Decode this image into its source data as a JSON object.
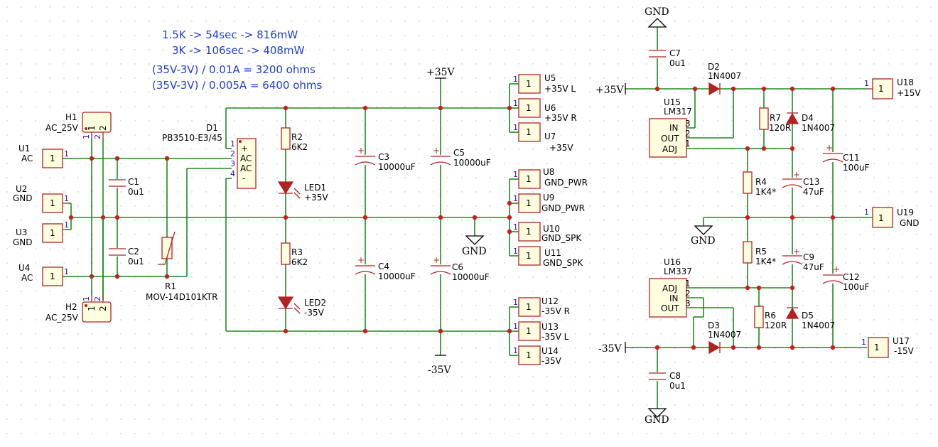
{
  "notes": [
    "1.5K -> 54sec -> 816mW",
    "3K -> 106sec -> 408mW",
    "(35V-3V) / 0.01A = 3200 ohms",
    "(35V-3V) / 0.005A = 6400 ohms"
  ],
  "power": {
    "gnd_top": "GND",
    "gnd_mid_left": "GND",
    "gnd_mid_right": "GND",
    "gnd_bottom": "GND",
    "p35_bus": "+35V",
    "n35_bus": "-35V",
    "p35_reg": "+35V",
    "n35_reg": "-35V"
  },
  "left_connectors": [
    {
      "ref": "U1",
      "value": "AC"
    },
    {
      "ref": "U2",
      "value": "GND"
    },
    {
      "ref": "U3",
      "value": "GND"
    },
    {
      "ref": "U4",
      "value": "AC"
    }
  ],
  "transformer_headers": [
    {
      "ref": "H1",
      "value": "AC_25V"
    },
    {
      "ref": "H2",
      "value": "AC_25V"
    }
  ],
  "components": {
    "c1": {
      "ref": "C1",
      "value": "0u1"
    },
    "c2": {
      "ref": "C2",
      "value": "0u1"
    },
    "r1": {
      "ref": "R1",
      "value": "MOV-14D101KTR"
    },
    "d1": {
      "ref": "D1",
      "value": "PB3510-E3/45",
      "pins": [
        "+",
        "AC",
        "AC",
        "-"
      ]
    },
    "r2": {
      "ref": "R2",
      "value": "6K2"
    },
    "led1": {
      "ref": "LED1",
      "value": "+35V"
    },
    "r3": {
      "ref": "R3",
      "value": "6K2"
    },
    "led2": {
      "ref": "LED2",
      "value": "-35V"
    },
    "c3": {
      "ref": "C3",
      "value": "10000uF"
    },
    "c4": {
      "ref": "C4",
      "value": "10000uF"
    },
    "c5": {
      "ref": "C5",
      "value": "10000uF"
    },
    "c6": {
      "ref": "C6",
      "value": "10000uF"
    },
    "c7": {
      "ref": "C7",
      "value": "0u1"
    },
    "c8": {
      "ref": "C8",
      "value": "0u1"
    },
    "d2": {
      "ref": "D2",
      "value": "1N4007"
    },
    "d3": {
      "ref": "D3",
      "value": "1N4007"
    },
    "d4": {
      "ref": "D4",
      "value": "1N4007"
    },
    "d5": {
      "ref": "D5",
      "value": "1N4007"
    },
    "u15": {
      "ref": "U15",
      "value": "LM317",
      "pins": [
        "IN",
        "OUT",
        "ADJ"
      ]
    },
    "u16": {
      "ref": "U16",
      "value": "LM337",
      "pins": [
        "ADJ",
        "IN",
        "OUT"
      ]
    },
    "r7": {
      "ref": "R7",
      "value": "120R"
    },
    "r6": {
      "ref": "R6",
      "value": "120R"
    },
    "r4": {
      "ref": "R4",
      "value": "1K4*"
    },
    "r5": {
      "ref": "R5",
      "value": "1K4*"
    },
    "c13": {
      "ref": "C13",
      "value": "47uF"
    },
    "c9": {
      "ref": "C9",
      "value": "47uF"
    },
    "c11": {
      "ref": "C11",
      "value": "100uF"
    },
    "c12": {
      "ref": "C12",
      "value": "100uF"
    }
  },
  "out_connectors": [
    {
      "ref": "U5",
      "value": "+35V L"
    },
    {
      "ref": "U6",
      "value": "+35V R"
    },
    {
      "ref": "U7",
      "value": "+35V"
    },
    {
      "ref": "U8",
      "value": "GND_PWR"
    },
    {
      "ref": "U9",
      "value": "GND_PWR"
    },
    {
      "ref": "U10",
      "value": "GND_SPK"
    },
    {
      "ref": "U11",
      "value": "GND_SPK"
    },
    {
      "ref": "U12",
      "value": "-35V R"
    },
    {
      "ref": "U13",
      "value": "-35V L"
    },
    {
      "ref": "U14",
      "value": "-35V"
    },
    {
      "ref": "U18",
      "value": "+15V"
    },
    {
      "ref": "U19",
      "value": "GND"
    },
    {
      "ref": "U17",
      "value": "-15V"
    }
  ],
  "pin_numbers": {
    "one": "1",
    "two": "2",
    "three": "3",
    "four": "4"
  }
}
